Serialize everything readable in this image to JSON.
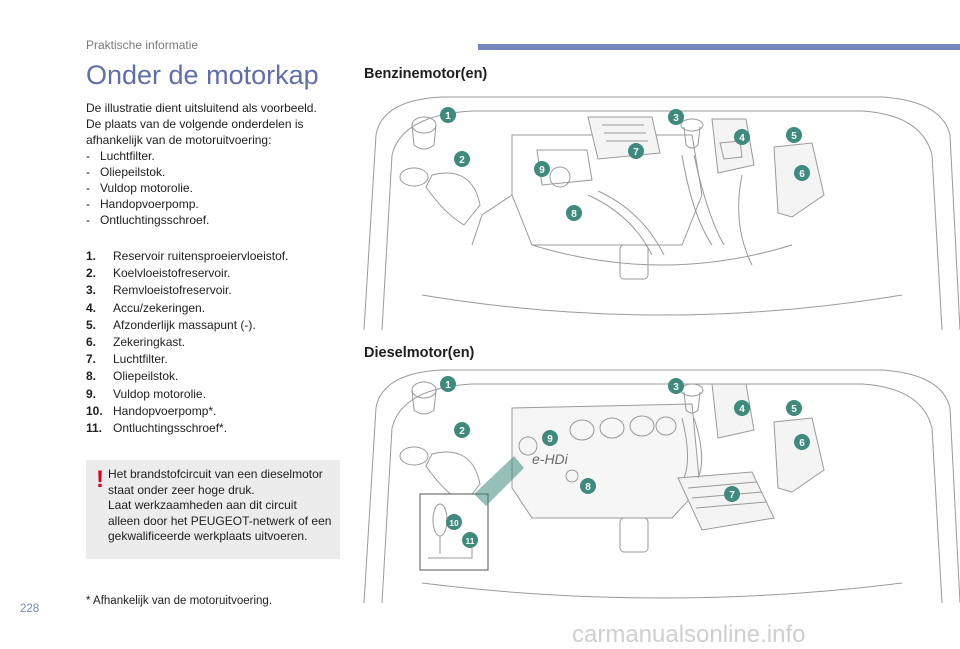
{
  "header": {
    "section": "Praktische informatie",
    "accent_color": "#7486bd"
  },
  "title": "Onder de motorkap",
  "intro": {
    "lines": [
      "De illustratie dient uitsluitend als voorbeeld.",
      "De plaats van de volgende onderdelen is",
      "afhankelijk van de motoruitvoering:"
    ],
    "items": [
      "Luchtfilter.",
      "Oliepeilstok.",
      "Vuldop motorolie.",
      "Handopvoerpomp.",
      "Ontluchtingsschroef."
    ]
  },
  "legend": [
    {
      "num": "1.",
      "text": "Reservoir ruitensproeiervloeistof."
    },
    {
      "num": "2.",
      "text": "Koelvloeistofreservoir."
    },
    {
      "num": "3.",
      "text": "Remvloeistofreservoir."
    },
    {
      "num": "4.",
      "text": "Accu/zekeringen."
    },
    {
      "num": "5.",
      "text": "Afzonderlijk massapunt (-)."
    },
    {
      "num": "6.",
      "text": "Zekeringkast."
    },
    {
      "num": "7.",
      "text": "Luchtfilter."
    },
    {
      "num": "8.",
      "text": "Oliepeilstok."
    },
    {
      "num": "9.",
      "text": "Vuldop motorolie."
    },
    {
      "num": "10.",
      "text": "Handopvoerpomp*."
    },
    {
      "num": "11.",
      "text": "Ontluchtingsschroef*."
    }
  ],
  "warning": {
    "icon": "exclamation-icon",
    "color": "#e2001a",
    "lines": [
      "Het brandstofcircuit van een dieselmotor",
      "staat onder zeer hoge druk.",
      "Laat werkzaamheden aan dit circuit",
      "alleen door het PEUGEOT-netwerk of een",
      "gekwalificeerde werkplaats uitvoeren."
    ]
  },
  "footnote": "*   Afhankelijk van de motoruitvoering.",
  "page_number": "228",
  "petrol": {
    "heading": "Benzinemotor(en)",
    "markers": [
      "1",
      "2",
      "3",
      "4",
      "5",
      "6",
      "7",
      "8",
      "9"
    ]
  },
  "diesel": {
    "heading": "Dieselmotor(en)",
    "badge": "e-HDi",
    "markers": [
      "1",
      "2",
      "3",
      "4",
      "5",
      "6",
      "7",
      "8",
      "9",
      "10",
      "11"
    ]
  },
  "marker_color": "#3e8a7c",
  "watermark": "carmanualsonline.info"
}
